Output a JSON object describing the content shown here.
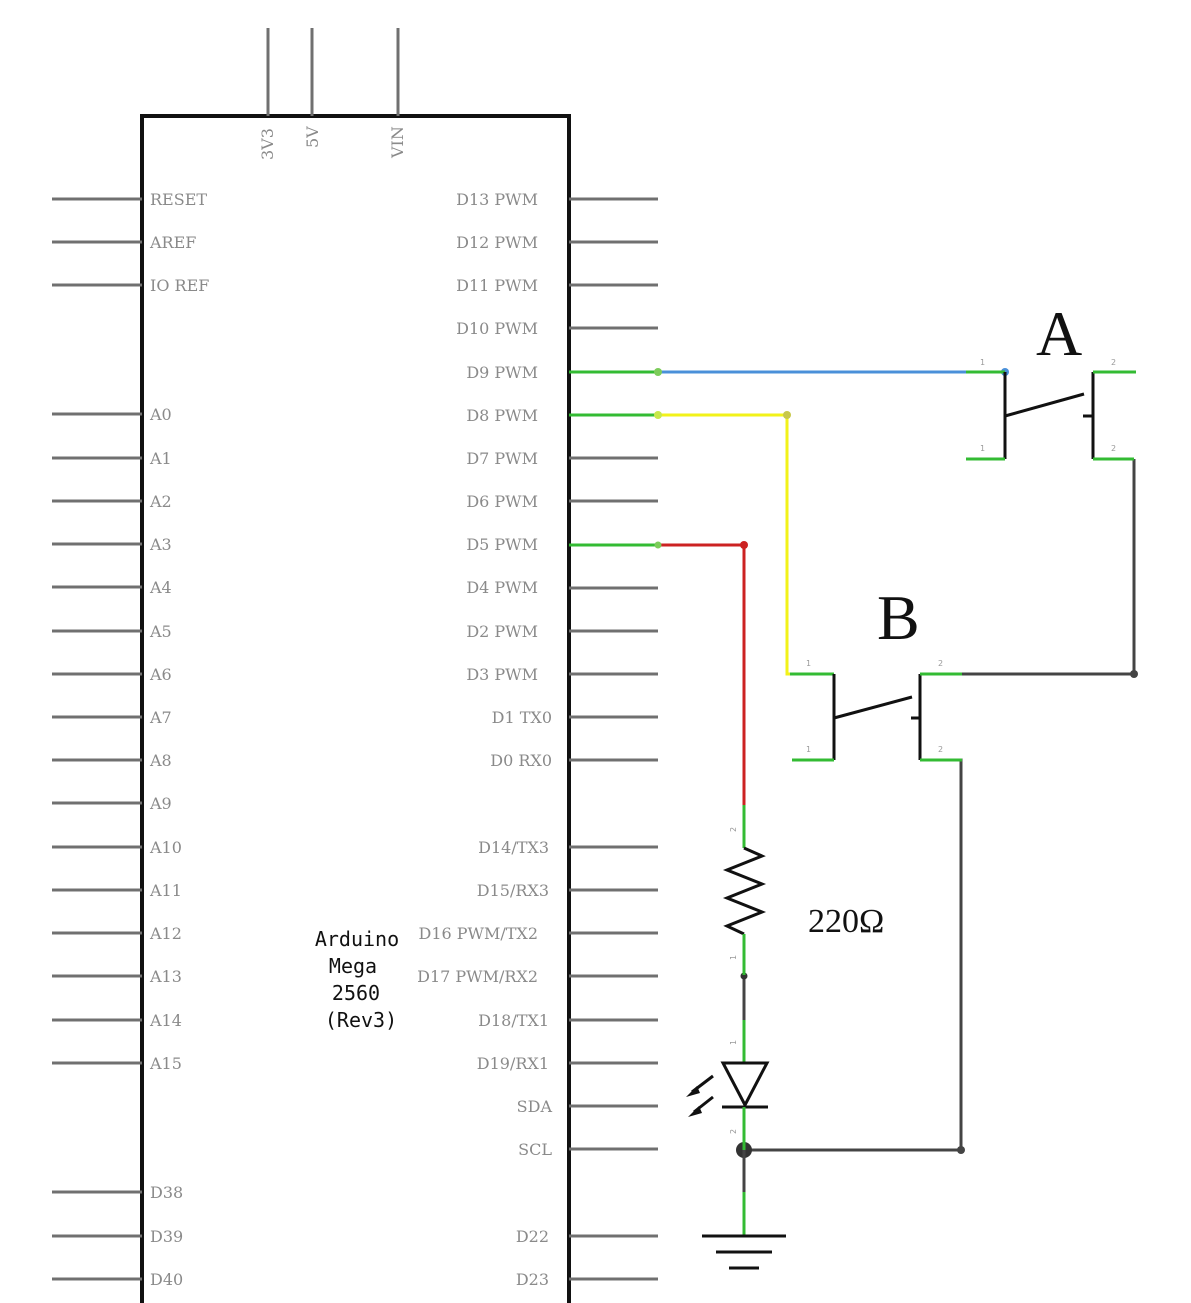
{
  "board": {
    "name_lines": [
      "Arduino",
      "Mega",
      "2560",
      "(Rev3)"
    ],
    "top_pins": [
      "3V3",
      "5V",
      "VIN"
    ],
    "left_pins": [
      "RESET",
      "AREF",
      "IO REF",
      "A0",
      "A1",
      "A2",
      "A3",
      "A4",
      "A5",
      "A6",
      "A7",
      "A8",
      "A9",
      "A10",
      "A11",
      "A12",
      "A13",
      "A14",
      "A15",
      "D38",
      "D39",
      "D40"
    ],
    "right_pins": [
      "D13 PWM",
      "D12 PWM",
      "D11 PWM",
      "D10 PWM",
      "D9 PWM",
      "D8 PWM",
      "D7 PWM",
      "D6 PWM",
      "D5 PWM",
      "D4 PWM",
      "D2 PWM",
      "D3 PWM",
      "D1 TX0",
      "D0 RX0",
      "D14/TX3",
      "D15/RX3",
      "D16 PWM/TX2",
      "D17 PWM/RX2",
      "D18/TX1",
      "D19/RX1",
      "SDA",
      "SCL",
      "D22",
      "D23"
    ]
  },
  "components": {
    "button_a_label": "A",
    "button_b_label": "B",
    "resistor_value": "220Ω",
    "pin_number_1": "1",
    "pin_number_2": "2"
  },
  "wire_colors": {
    "d9_wire": "#4a90d9",
    "d8_wire": "#f2f21a",
    "d5_wire": "#cc2222",
    "ground_wire": "#444444",
    "pin_highlight": "#33bb33"
  }
}
